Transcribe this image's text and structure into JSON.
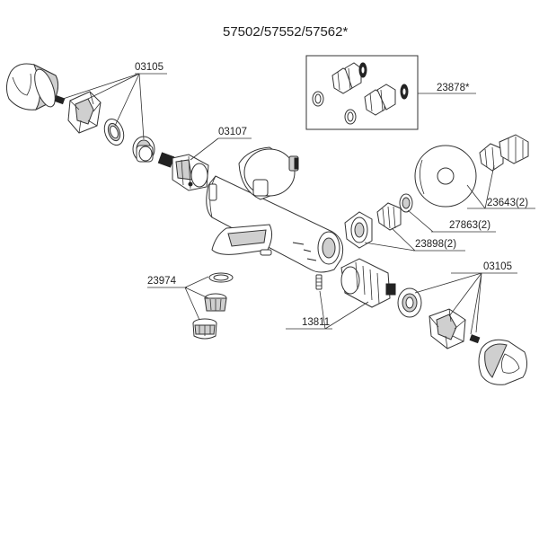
{
  "title": "57502/57552/57562*",
  "labels": {
    "p03105_top": "03105",
    "p03107": "03107",
    "p23878": "23878*",
    "p23643": "23643(2)",
    "p27863": "27863(2)",
    "p23898": "23898(2)",
    "p03105_bottom": "03105",
    "p23974": "23974",
    "p13811": "13811"
  }
}
